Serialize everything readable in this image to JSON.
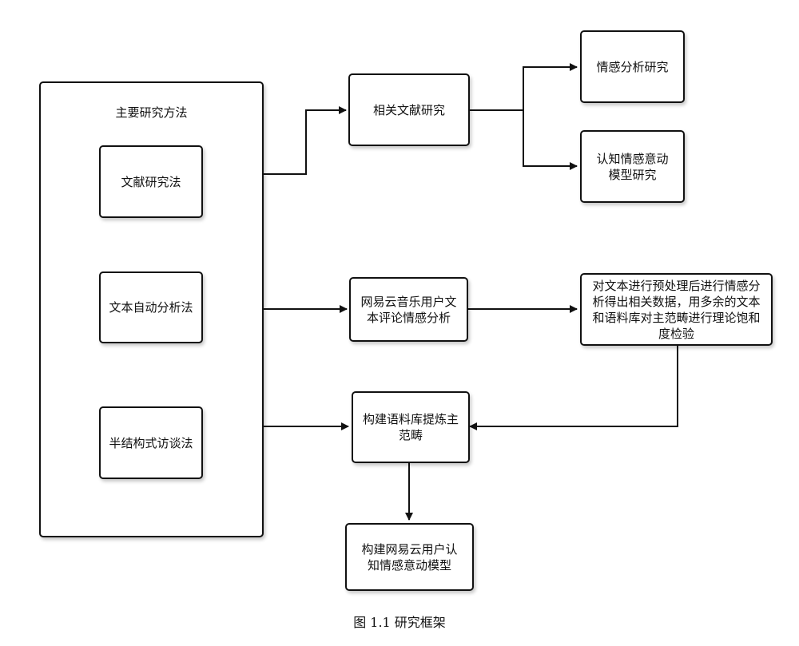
{
  "outer_box": {
    "title": "主要研究方法"
  },
  "methods": [
    {
      "label": "文献研究法"
    },
    {
      "label": "文本自动分析法"
    },
    {
      "label": "半结构式访谈法"
    }
  ],
  "nodes": {
    "related_literature": "相关文献研究",
    "sentiment_research": "情感分析研究",
    "cognitive_model_research": "认知情感意动模型研究",
    "netease_comment_analysis": "网易云音乐用户文本评论情感分析",
    "preprocess_check": "对文本进行预处理后进行情感分析得出相关数据，用多余的文本和语料库对主范畴进行理论饱和度检验",
    "build_corpus": "构建语料库提炼主范畴",
    "build_model": "构建网易云用户认知情感意动模型"
  },
  "caption": "图 1.1  研究框架"
}
